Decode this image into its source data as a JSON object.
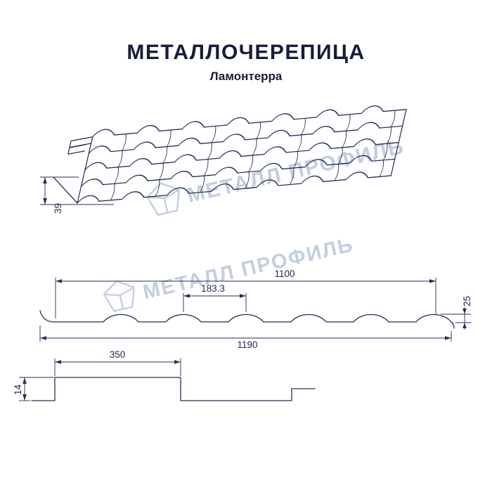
{
  "page": {
    "background": "#ffffff"
  },
  "header": {
    "title": "МЕТАЛЛОЧЕРЕПИЦА",
    "subtitle": "Ламонтерра"
  },
  "watermark": {
    "text": "МЕТАЛЛ ПРОФИЛЬ",
    "color": "#c3cedf"
  },
  "colors": {
    "line": "#262e58",
    "dimension_text": "#232a54",
    "title_text": "#171c3a"
  },
  "perspective_view": {
    "dim_profile_height": "39"
  },
  "cross_section": {
    "dim_cover_width": "1100",
    "dim_wave_pitch": "183.3",
    "dim_profile_height": "25",
    "dim_full_width": "1190"
  },
  "longitudinal_section": {
    "dim_module_length": "350",
    "dim_step_height": "14"
  }
}
